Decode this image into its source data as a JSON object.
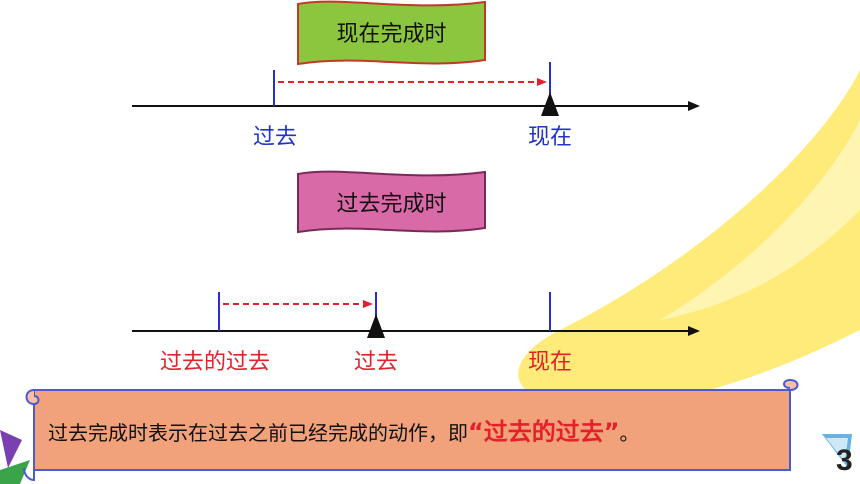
{
  "diagram": {
    "present_perfect": {
      "title": "现在完成时",
      "start_label": "过去",
      "end_label": "现在",
      "title_bg": "#8cc63f"
    },
    "past_perfect": {
      "title": "过去完成时",
      "start_label": "过去的过去",
      "mid_label": "过去",
      "end_label": "现在",
      "title_bg": "#d96aa8"
    }
  },
  "note": {
    "text_before": "过去完成时表示在过去之前已经完成的动作，即",
    "quote": "“过去的过去”",
    "text_after": "。",
    "bg": "#f2a27a"
  },
  "page_number": "3",
  "colors": {
    "timeline": "#111111",
    "marker_blue": "#2b2bd6",
    "arrow_red": "#e4202a",
    "label_blue": "#1f33c9",
    "label_red": "#e4202a"
  }
}
